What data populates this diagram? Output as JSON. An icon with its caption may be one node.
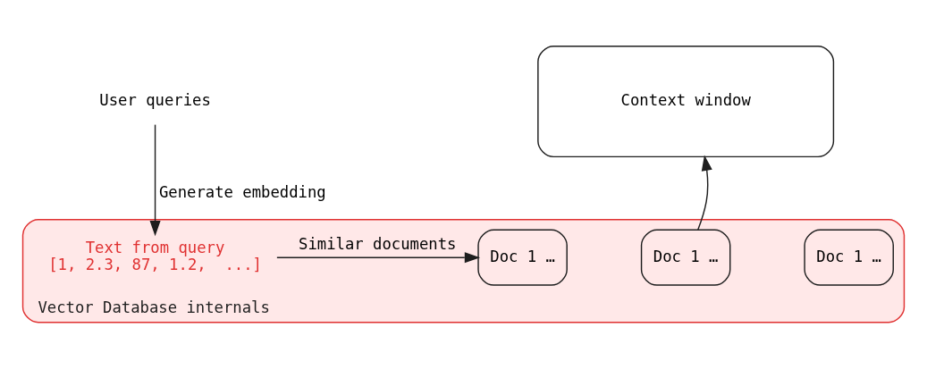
{
  "diagram": {
    "nodes": [
      {
        "text": [
          "User queries"
        ]
      },
      {
        "text": [
          "Context window"
        ]
      },
      {
        "text": [
          "Vector Database internals"
        ]
      },
      {
        "text": [
          "Text from query",
          "[1, 2.3, 87, 1.2,  ...]"
        ],
        "in": 2
      },
      {
        "text": [
          "Doc 1 …"
        ],
        "in": 2
      },
      {
        "text": [
          "Doc 1 …"
        ],
        "in": 2
      },
      {
        "text": [
          "Doc 1 …"
        ],
        "in": 2
      }
    ],
    "edges": [
      {
        "from": 0,
        "to": 3,
        "arrow": "to",
        "label": "Generate embedding"
      },
      {
        "from": 3,
        "to": 4,
        "arrow": "to",
        "label": "Similar documents"
      },
      {
        "from": 5,
        "to": 1,
        "arrow": "to"
      }
    ]
  }
}
